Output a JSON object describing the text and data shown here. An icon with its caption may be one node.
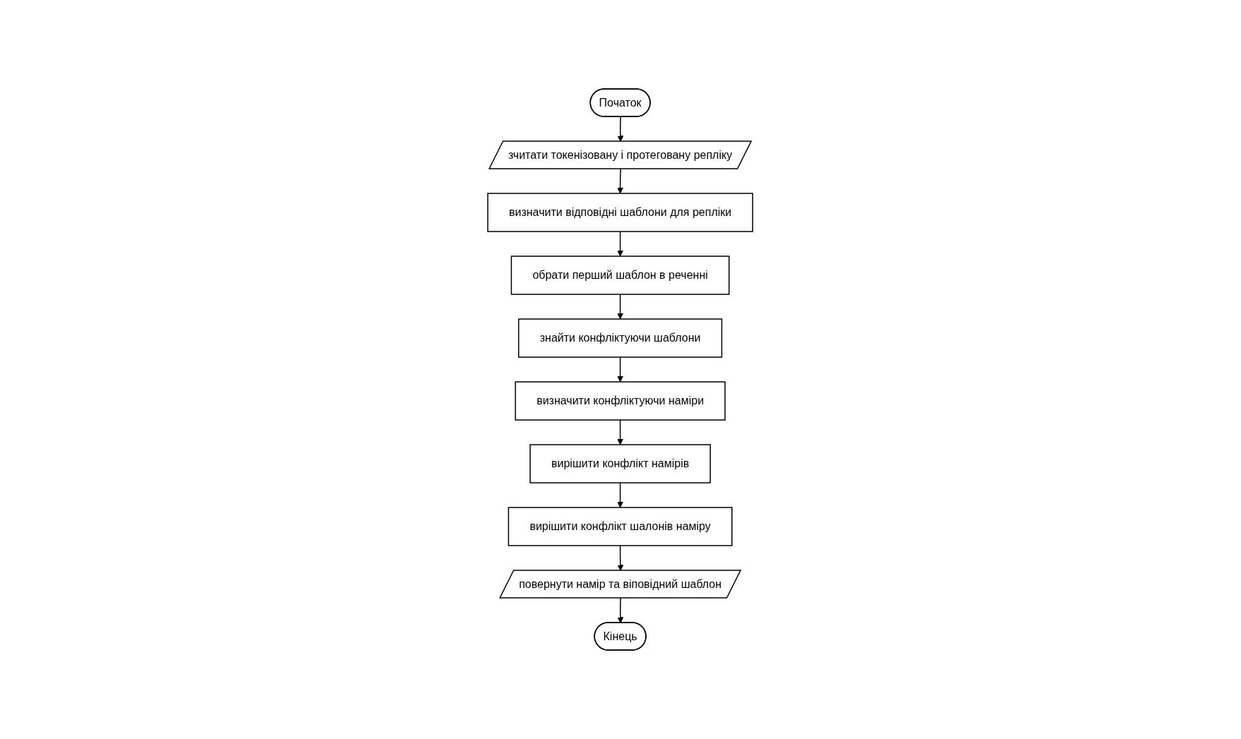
{
  "diagram": {
    "nodes": [
      {
        "text": [
          "Початок"
        ]
      },
      {
        "text": [
          "зчитати токенізовану і протеговану репліку"
        ]
      },
      {
        "text": [
          "визначити відповідні шаблони для репліки"
        ]
      },
      {
        "text": [
          "обрати перший шаблон в реченні"
        ]
      },
      {
        "text": [
          "знайти конфліктуючи шаблони"
        ]
      },
      {
        "text": [
          "визначити конфліктуючи наміри"
        ]
      },
      {
        "text": [
          "вирішити конфлікт намірів"
        ]
      },
      {
        "text": [
          "вирішити конфлікт шалонів наміру"
        ]
      },
      {
        "text": [
          "повернути намір та віповідний шаблон"
        ]
      },
      {
        "text": [
          "Кінець"
        ]
      }
    ],
    "edges": [
      {
        "from": 0,
        "to": 1,
        "arrow": "to"
      },
      {
        "from": 1,
        "to": 2,
        "arrow": "to"
      },
      {
        "from": 2,
        "to": 3,
        "arrow": "to"
      },
      {
        "from": 3,
        "to": 4,
        "arrow": "to"
      },
      {
        "from": 4,
        "to": 5,
        "arrow": "to"
      },
      {
        "from": 5,
        "to": 6,
        "arrow": "to"
      },
      {
        "from": 6,
        "to": 7,
        "arrow": "to"
      },
      {
        "from": 7,
        "to": 8,
        "arrow": "to"
      },
      {
        "from": 8,
        "to": 9,
        "arrow": "to"
      }
    ]
  }
}
